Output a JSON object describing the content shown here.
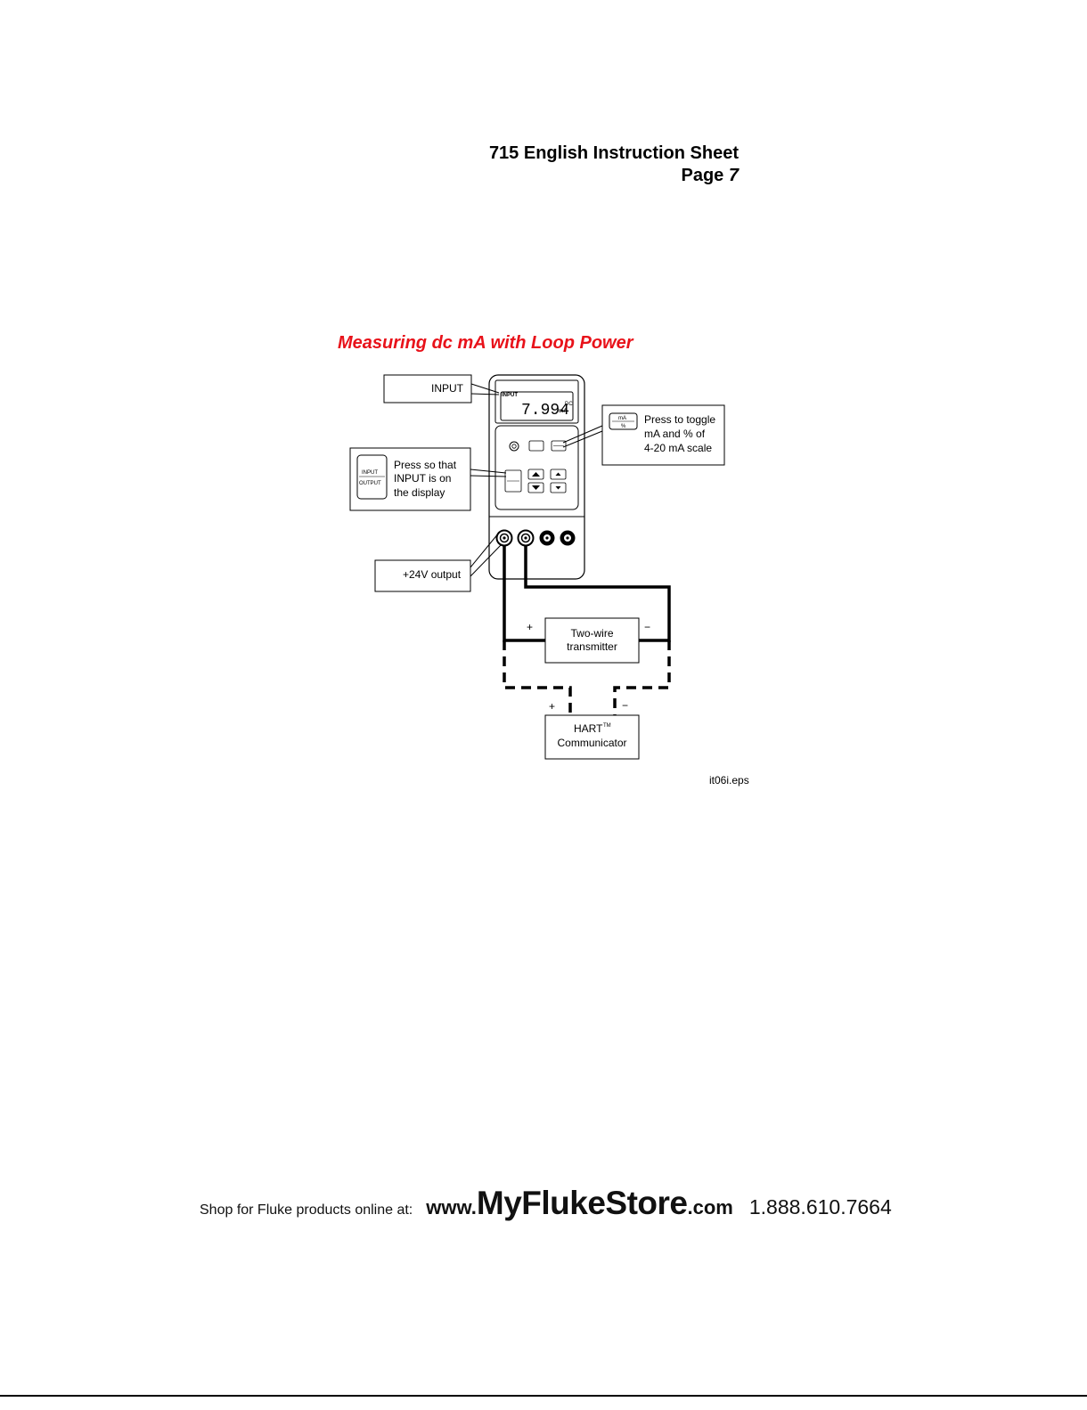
{
  "header": {
    "title": "715 English Instruction Sheet",
    "page_label": "Page",
    "page_number": "7"
  },
  "section_title": "Measuring dc mA with Loop Power",
  "diagram": {
    "display_indicator": "INPUT",
    "display_reading": "7.994",
    "display_unit": "mA",
    "display_dc": "DC",
    "callout_input": "INPUT",
    "callout_toggle_key": {
      "top": "mA",
      "bottom": "%"
    },
    "callout_toggle_text": [
      "Press to toggle",
      "mA and % of",
      "4-20 mA scale"
    ],
    "callout_io_key": {
      "top": "INPUT",
      "bottom": "OUTPUT"
    },
    "callout_io_text": [
      "Press so that",
      "INPUT is on",
      "the display"
    ],
    "callout_24v": "+24V output",
    "transmitter_lines": [
      "Two-wire",
      "transmitter"
    ],
    "transmitter_plus": "+",
    "transmitter_minus": "−",
    "hart_name": "HART",
    "hart_tm": "TM",
    "hart_sub": "Communicator",
    "hart_plus": "+",
    "hart_minus": "−",
    "file_label": "it06i.eps"
  },
  "footer": {
    "shop_text": "Shop for Fluke products online at:",
    "url_prefix": "www.",
    "url_main": "MyFlukeStore",
    "url_suffix": ".com",
    "phone": "1.888.610.7664"
  }
}
